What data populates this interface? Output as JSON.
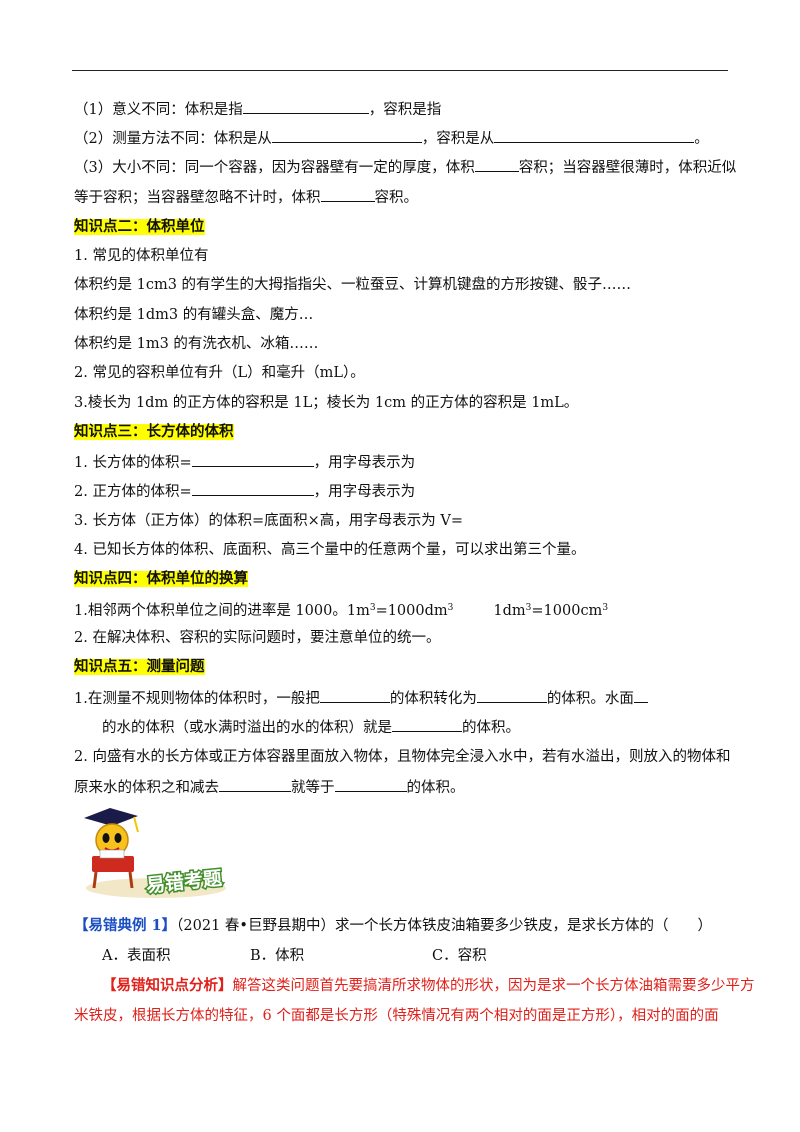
{
  "l1": {
    "pre": "（1）意义不同：体积是指",
    "post": "，容积是指"
  },
  "l2": {
    "pre": "（2）测量方法不同：体积是从",
    "mid": "，容积是从",
    "end": "。"
  },
  "l3": {
    "pre": "（3）大小不同：同一个容器，因为容器壁有一定的厚度，体积",
    "mid": "容积；当容器壁很薄时，体积近似"
  },
  "l4": {
    "pre": "等于容积；当容器壁忽略不计时，体积",
    "post": "容积。"
  },
  "h2": "知识点二：体积单位",
  "l5": "1.  常见的体积单位有",
  "l6": "体积约是 1cm3 的有学生的大拇指指尖、一粒蚕豆、计算机键盘的方形按键、骰子……",
  "l7": "体积约是 1dm3 的有罐头盒、魔方…",
  "l8": "体积约是 1m3 的有洗衣机、冰箱……",
  "l9": "2.  常见的容积单位有升（L）和毫升（mL）。",
  "l10": "3.棱长为 1dm 的正方体的容积是 1L；棱长为 1cm 的正方体的容积是 1mL。",
  "h3": "知识点三：长方体的体积",
  "l11": {
    "pre": "1.  长方体的体积=",
    "post": "，用字母表示为"
  },
  "l12": {
    "pre": "2.  正方体的体积=",
    "post": "，用字母表示为"
  },
  "l13": "3.  长方体（正方体）的体积=底面积×高，用字母表示为 V=",
  "l14": "4.  已知长方体的体积、底面积、高三个量中的任意两个量，可以求出第三个量。",
  "h4": "知识点四：体积单位的换算",
  "l15": {
    "a": "1.相邻两个体积单位之间的进率是 1000。1m",
    "s1": "3",
    "b": "=1000dm",
    "s2": "3",
    "c": "1dm",
    "s3": "3",
    "d": "=1000cm",
    "s4": "3"
  },
  "l16": "2.  在解决体积、容积的实际问题时，要注意单位的统一。",
  "h5": "知识点五：测量问题",
  "l17": {
    "pre": "1.在测量不规则物体的体积时，一般把",
    "mid": "的体积转化为",
    "post": "的体积。水面"
  },
  "l18": {
    "pre": "的水的体积（或水满时溢出的水的体积）就是",
    "post": "的体积。"
  },
  "l19": "2.  向盛有水的长方体或正方体容器里面放入物体，且物体完全浸入水中，若有水溢出，则放入的物体和",
  "l20": {
    "pre": "原来水的体积之和减去",
    "mid": "就等于",
    "post": "的体积。"
  },
  "mascot_text": "易错考题",
  "ex": {
    "tag": "【易错典例 1】",
    "text": "（2021 春•巨野县期中）求一个长方体铁皮油箱要多少铁皮，是求长方体的（　　）"
  },
  "opts": {
    "a": "A．表面积",
    "b": "B．体积",
    "c": "C．容积"
  },
  "an1": {
    "tag": "【易错知识点分析】",
    "text": "解答这类问题首先要搞清所求物体的形状，因为是求一个长方体油箱需要多少平方"
  },
  "an2": "米铁皮，根据长方体的特征，6 个面都是长方形（特殊情况有两个相对的面是正方形），相对的面的面",
  "colors": {
    "highlight": "#ffff00",
    "red": "#e0201a",
    "blue": "#1a4fc4"
  }
}
